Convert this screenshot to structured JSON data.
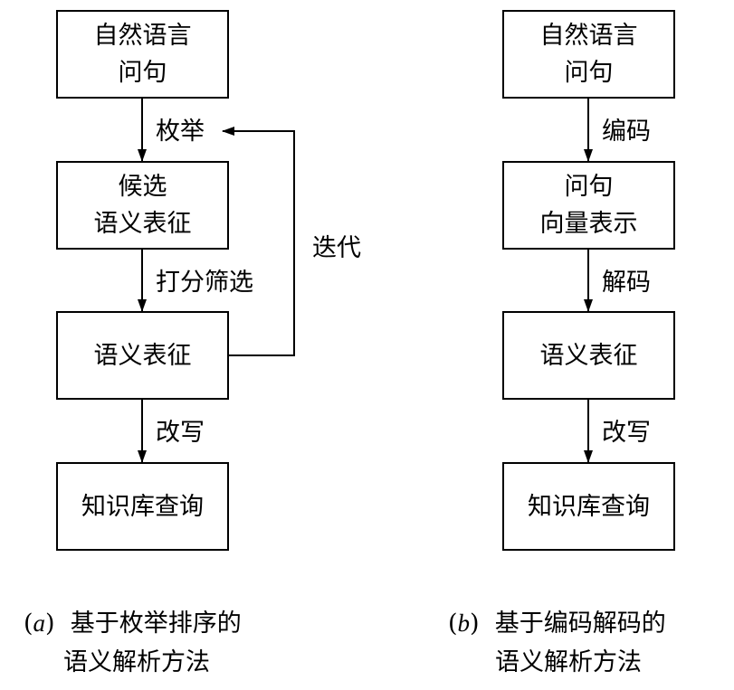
{
  "diagram_a": {
    "nodes": {
      "question": [
        "自然语言",
        "问句"
      ],
      "candidates": [
        "候选",
        "语义表征"
      ],
      "representation": [
        "语义表征"
      ],
      "kb_query": [
        "知识库查询"
      ]
    },
    "edges": {
      "enumerate": "枚举",
      "score_filter": "打分筛选",
      "iterate": "迭代",
      "rewrite": "改写"
    },
    "caption": {
      "marker": "a",
      "line1": "基于枚举排序的",
      "line2": "语义解析方法"
    }
  },
  "diagram_b": {
    "nodes": {
      "question": [
        "自然语言",
        "问句"
      ],
      "vector": [
        "问句",
        "向量表示"
      ],
      "representation": [
        "语义表征"
      ],
      "kb_query": [
        "知识库查询"
      ]
    },
    "edges": {
      "encode": "编码",
      "decode": "解码",
      "rewrite": "改写"
    },
    "caption": {
      "marker": "b",
      "line1": "基于编码解码的",
      "line2": "语义解析方法"
    }
  }
}
